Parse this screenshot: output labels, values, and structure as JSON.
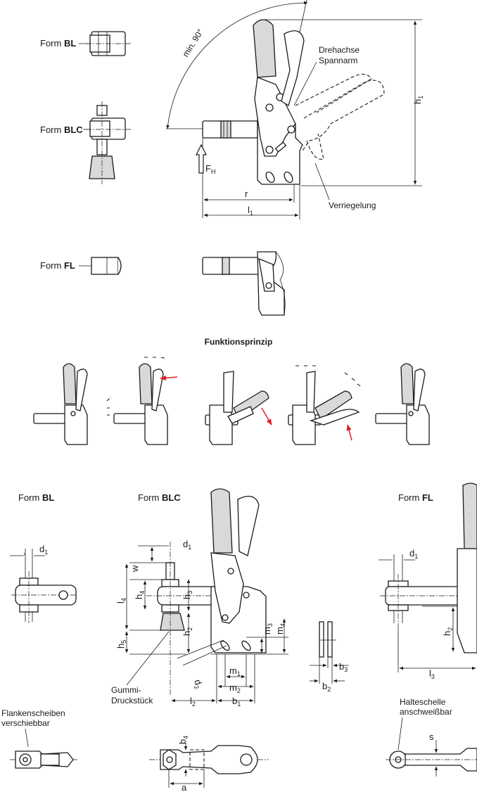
{
  "colors": {
    "ink": "#1a1a1a",
    "arrow_red": "#e01e25",
    "handle_gray": "#d9d9d9"
  },
  "top": {
    "form_bl": {
      "prefix": "Form ",
      "bold": "BL"
    },
    "form_blc": {
      "prefix": "Form ",
      "bold": "BLC"
    },
    "form_fl": {
      "prefix": "Form ",
      "bold": "FL"
    },
    "angle_label": "min. 90°",
    "pivot_label_line1": "Drehachse",
    "pivot_label_line2": "Spannarm",
    "lock_label": "Verriegelung",
    "force": {
      "main": "F",
      "sub": "H"
    },
    "dim_r": "r",
    "dim_l1": {
      "main": "l",
      "sub": "1"
    },
    "dim_h1": {
      "main": "h",
      "sub": "1"
    }
  },
  "function": {
    "title": "Funktionsprinzip",
    "steps": 5
  },
  "bottom": {
    "form_bl": {
      "prefix": "Form ",
      "bold": "BL"
    },
    "form_blc": {
      "prefix": "Form ",
      "bold": "BLC"
    },
    "form_fl": {
      "prefix": "Form ",
      "bold": "FL"
    },
    "d1_a": {
      "main": "d",
      "sub": "1"
    },
    "d1_b": {
      "main": "d",
      "sub": "1"
    },
    "d1_c": {
      "main": "d",
      "sub": "1"
    },
    "w": "w",
    "l4": {
      "main": "l",
      "sub": "4"
    },
    "h4": {
      "main": "h",
      "sub": "4"
    },
    "h3": {
      "main": "h",
      "sub": "3"
    },
    "h2_a": {
      "main": "h",
      "sub": "2"
    },
    "h2_b": {
      "main": "h",
      "sub": "2"
    },
    "h5": {
      "main": "h",
      "sub": "5"
    },
    "m3": {
      "main": "m",
      "sub": "3"
    },
    "m4": {
      "main": "m",
      "sub": "4"
    },
    "m1": {
      "main": "m",
      "sub": "1"
    },
    "m2": {
      "main": "m",
      "sub": "2"
    },
    "d2": {
      "main": "d",
      "sub": "2"
    },
    "l2": {
      "main": "l",
      "sub": "2"
    },
    "b1": {
      "main": "b",
      "sub": "1"
    },
    "b2": {
      "main": "b",
      "sub": "2"
    },
    "b3": {
      "main": "b",
      "sub": "3"
    },
    "b4": {
      "main": "b",
      "sub": "4"
    },
    "l3": {
      "main": "l",
      "sub": "3"
    },
    "a": "a",
    "s": "s",
    "rubber_line1": "Gummi-",
    "rubber_line2": "Druckstück",
    "flank_line1": "Flankenscheiben",
    "flank_line2": "verschiebbar",
    "weld_line1": "Halteschelle",
    "weld_line2": "anschweißbar"
  }
}
